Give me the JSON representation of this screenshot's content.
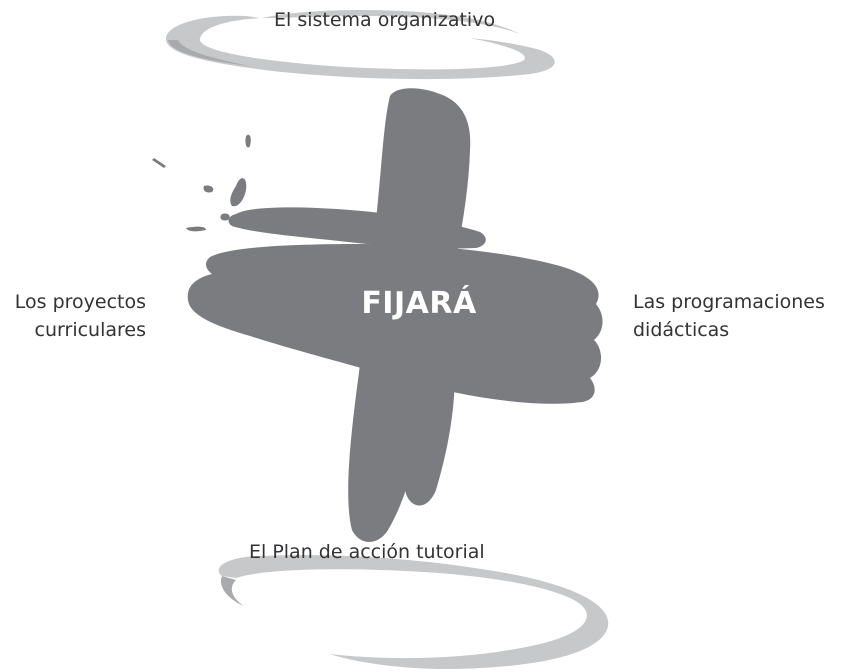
{
  "diagram": {
    "center_label": "FIJARÁ",
    "top_label": "El sistema organizativo",
    "bottom_label": "El Plan de acción tutorial",
    "left_label_lines": [
      "Los proyectos",
      "curriculares"
    ],
    "right_label_lines": [
      "Las programaciones",
      "didácticas"
    ]
  },
  "colors": {
    "cross": "#7b7c80",
    "swoosh": "#c7c8ca",
    "swoosh_dark": "#a9aaad",
    "text": "#333333",
    "center_text": "#ffffff"
  }
}
